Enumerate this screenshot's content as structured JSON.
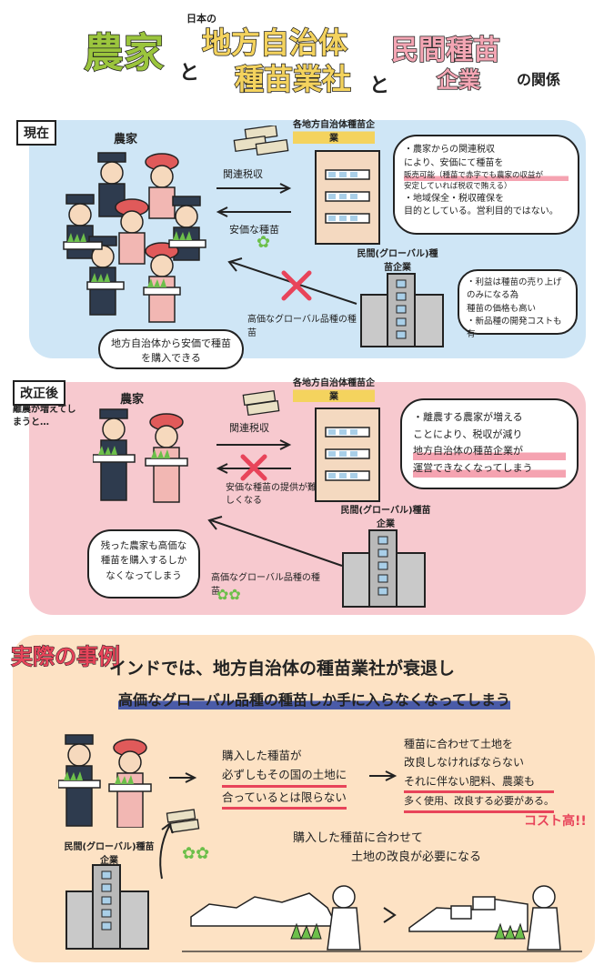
{
  "title": {
    "farmers": "農家",
    "to1": "と",
    "prefix": "日本の",
    "local_company_l1": "地方自治体",
    "local_company_l2": "種苗業社",
    "to2": "と",
    "private_l1": "民間種苗",
    "private_l2": "企業",
    "suffix": "の関係"
  },
  "current": {
    "tag": "現在",
    "farmers_label": "農家",
    "local_label": "各地方自治体種苗企業",
    "tax_label": "関連税収",
    "cheap_seed_label": "安価な種苗",
    "local_bubble": [
      "・農家からの関連税収",
      "により、安価にて種苗を",
      "販売可能（種苗で赤字でも農家の収益が",
      "安定していれば税収で賄える）",
      "・地域保全・税収確保を",
      "目的としている。営利目的ではない。"
    ],
    "private_label": "民間(グローバル)種苗企業",
    "private_bubble": [
      "・利益は種苗の売り上げ",
      "のみになる為",
      "種苗の価格も高い",
      "・新品種の開発コストも有"
    ],
    "global_seed_label": "高価なグローバル品種の種苗",
    "farmer_bubble": "地方自治体から安価で種苗を購入できる"
  },
  "revised": {
    "tag": "改正後",
    "tag_note": "離農が増えてしまうと…",
    "farmers_label": "農家",
    "local_label": "各地方自治体種苗企業",
    "tax_label": "関連税収",
    "cheap_seed_label": "安価な種苗の提供が難しくなる",
    "local_bubble": [
      "・離農する農家が増える",
      "ことにより、税収が減り",
      "地方自治体の種苗企業が",
      "運営できなくなってしまう"
    ],
    "private_label": "民間(グローバル)種苗企業",
    "global_seed_label": "高価なグローバル品種の種苗",
    "farmer_bubble": "残った農家も高価な種苗を購入するしかなくなってしまう"
  },
  "example": {
    "heading": "実際の事例",
    "line1": "インドでは、地方自治体の種苗業社が衰退し",
    "line2": "高価なグローバル品種の種苗しか手に入らなくなってしまう",
    "private_label": "民間(グローバル)種苗企業",
    "step1": [
      "購入した種苗が",
      "必ずしもその国の土地に",
      "合っているとは限らない"
    ],
    "step2": [
      "種苗に合わせて土地を",
      "改良しなければならない",
      "それに伴ない肥料、農薬も",
      "多く使用、改良する必要がある。"
    ],
    "cost_high": "コスト高!!",
    "bottom_caption": [
      "購入した種苗に合わせて",
      "土地の改良が必要になる"
    ]
  },
  "colors": {
    "blue_panel": "#cfe6f6",
    "pink_panel": "#f7c9cf",
    "peach_panel": "#fde2c4",
    "accent_red": "#e8445a",
    "accent_green": "#9bc53d",
    "accent_yellow": "#f4d35e",
    "accent_pink": "#f4a6b4"
  }
}
